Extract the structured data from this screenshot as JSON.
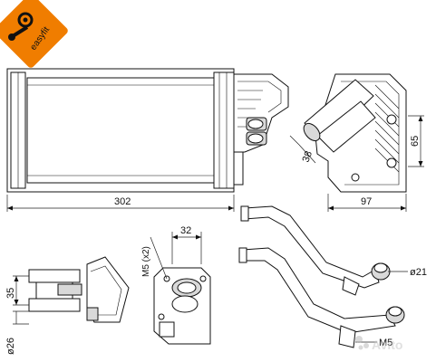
{
  "badge": {
    "text": "easyfit",
    "color_bg": "#f07d00",
    "color_icon": "#111111",
    "icon": "wrench-gear-icon"
  },
  "dimensions": {
    "width_302": "302",
    "width_97": "97",
    "height_65": "65",
    "angle_38": "38",
    "width_32": "32",
    "thread_m5x2": "M5 (x2)",
    "height_35": "35",
    "dia_26": "ø26",
    "dia_21": "ø21",
    "thread_m5": "M5"
  },
  "watermark": {
    "text": "Avito",
    "color": "#cccccc"
  }
}
